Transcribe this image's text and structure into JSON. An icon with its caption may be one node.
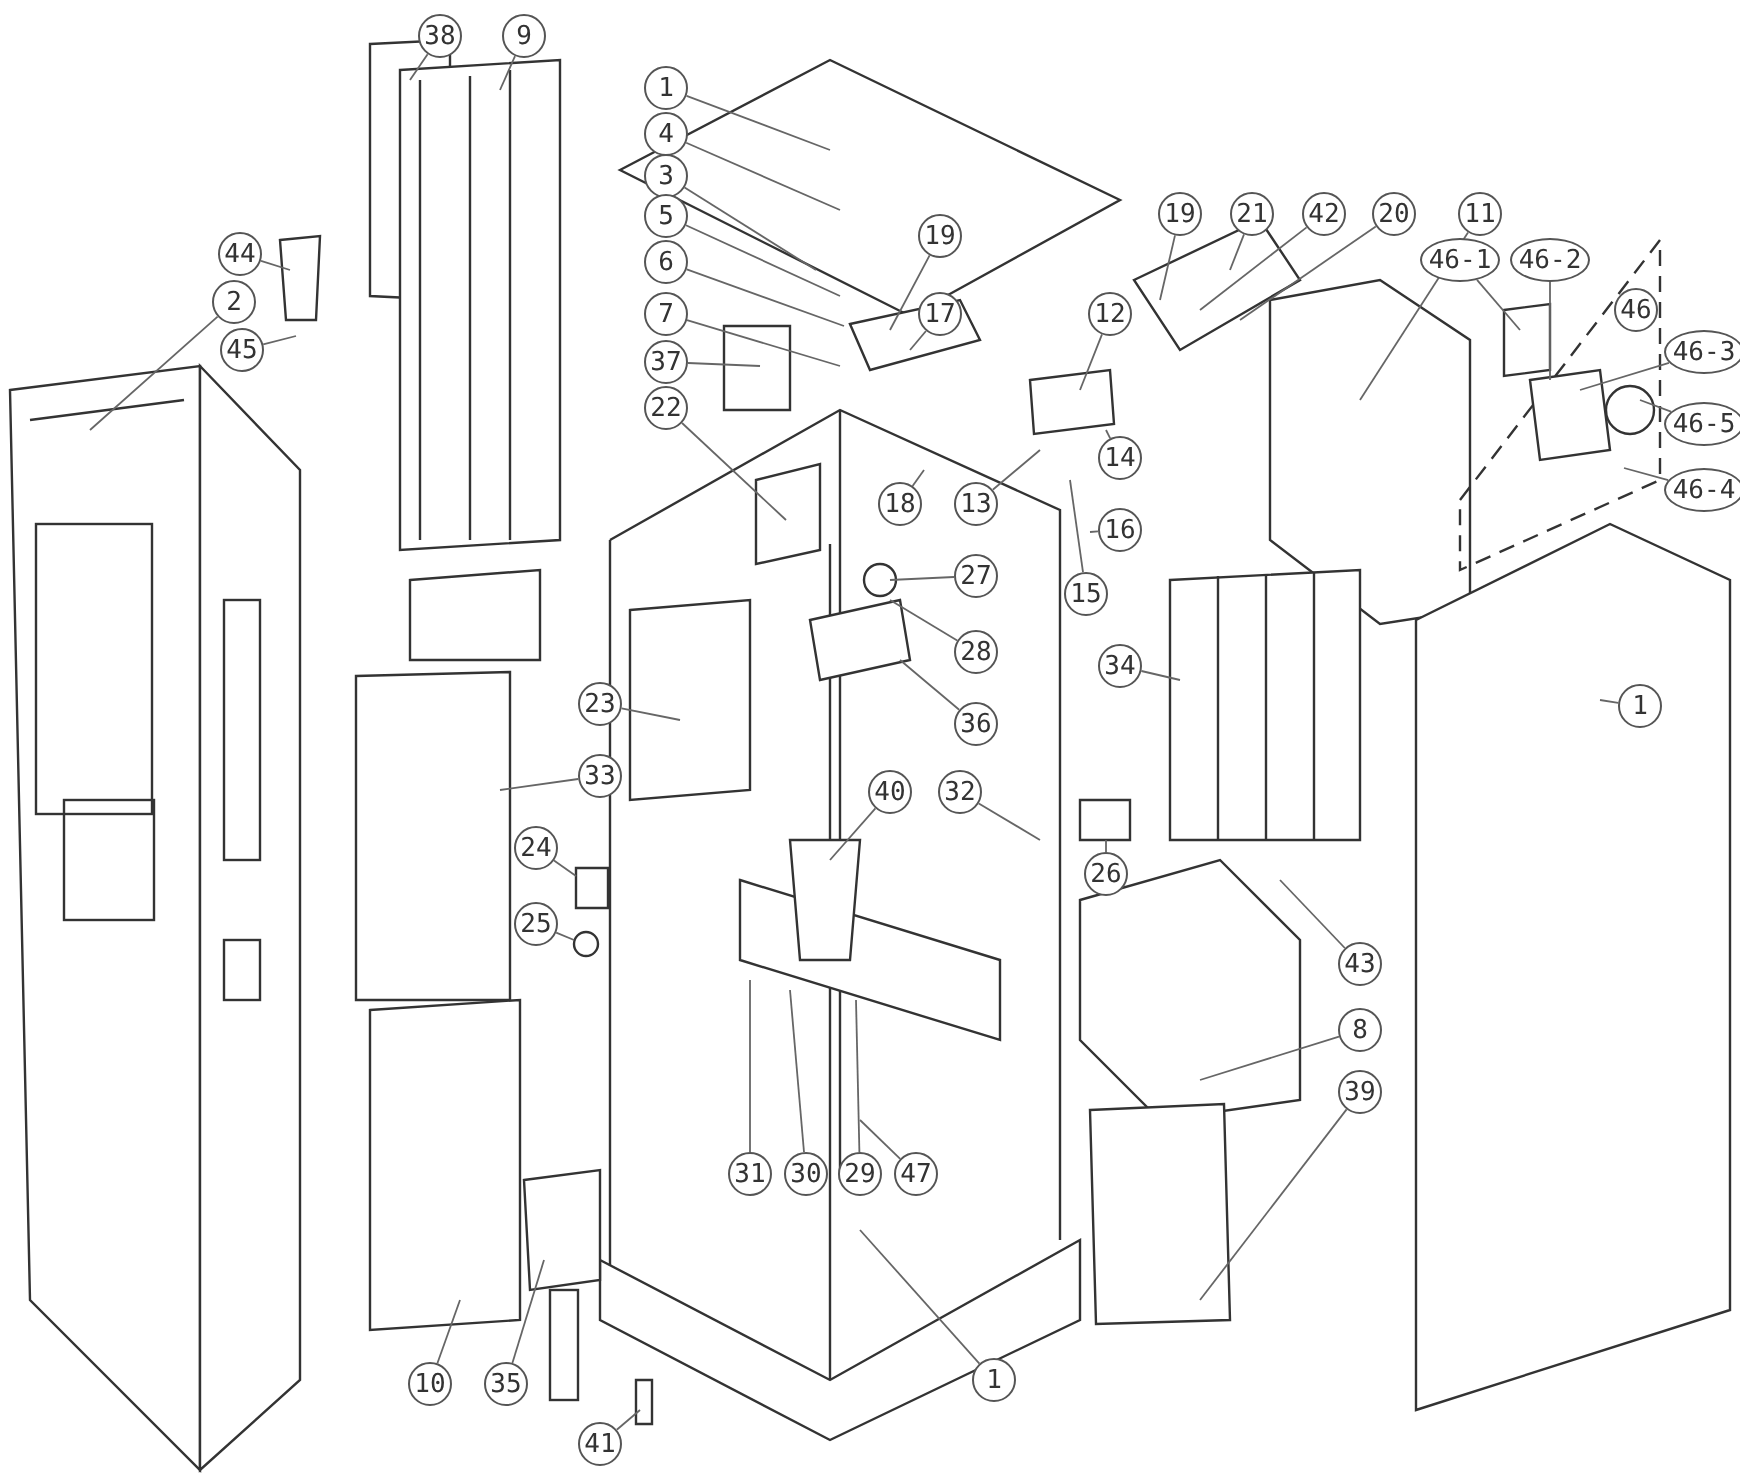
{
  "diagram": {
    "nodes": [
      {
        "text": [
          "38"
        ]
      },
      {
        "text": [
          "9"
        ]
      },
      {
        "text": [
          "44"
        ]
      },
      {
        "text": [
          "2"
        ]
      },
      {
        "text": [
          "45"
        ]
      },
      {
        "text": [
          "1"
        ]
      },
      {
        "text": [
          "4"
        ]
      },
      {
        "text": [
          "3"
        ]
      },
      {
        "text": [
          "5"
        ]
      },
      {
        "text": [
          "6"
        ]
      },
      {
        "text": [
          "7"
        ]
      },
      {
        "text": [
          "37"
        ]
      },
      {
        "text": [
          "22"
        ]
      },
      {
        "text": [
          "19"
        ]
      },
      {
        "text": [
          "17"
        ]
      },
      {
        "text": [
          "12"
        ]
      },
      {
        "text": [
          "19"
        ]
      },
      {
        "text": [
          "21"
        ]
      },
      {
        "text": [
          "42"
        ]
      },
      {
        "text": [
          "20"
        ]
      },
      {
        "text": [
          "11"
        ]
      },
      {
        "text": [
          "46-1"
        ]
      },
      {
        "text": [
          "46-2"
        ]
      },
      {
        "text": [
          "46"
        ]
      },
      {
        "text": [
          "46-3"
        ]
      },
      {
        "text": [
          "46-5"
        ]
      },
      {
        "text": [
          "46-4"
        ]
      },
      {
        "text": [
          "14"
        ]
      },
      {
        "text": [
          "18"
        ]
      },
      {
        "text": [
          "13"
        ]
      },
      {
        "text": [
          "16"
        ]
      },
      {
        "text": [
          "15"
        ]
      },
      {
        "text": [
          "27"
        ]
      },
      {
        "text": [
          "28"
        ]
      },
      {
        "text": [
          "36"
        ]
      },
      {
        "text": [
          "34"
        ]
      },
      {
        "text": [
          "1"
        ]
      },
      {
        "text": [
          "23"
        ]
      },
      {
        "text": [
          "33"
        ]
      },
      {
        "text": [
          "40"
        ]
      },
      {
        "text": [
          "32"
        ]
      },
      {
        "text": [
          "24"
        ]
      },
      {
        "text": [
          "25"
        ]
      },
      {
        "text": [
          "26"
        ]
      },
      {
        "text": [
          "43"
        ]
      },
      {
        "text": [
          "8"
        ]
      },
      {
        "text": [
          "31"
        ]
      },
      {
        "text": [
          "30"
        ]
      },
      {
        "text": [
          "29"
        ]
      },
      {
        "text": [
          "47"
        ]
      },
      {
        "text": [
          "39"
        ]
      },
      {
        "text": [
          "10"
        ]
      },
      {
        "text": [
          "35"
        ]
      },
      {
        "text": [
          "1"
        ]
      },
      {
        "text": [
          "41"
        ]
      }
    ],
    "edges": [
      {
        "from": 0,
        "to": null,
        "arrow": "none"
      },
      {
        "from": 1,
        "to": null,
        "arrow": "none"
      },
      {
        "from": 2,
        "to": null,
        "arrow": "none"
      },
      {
        "from": 3,
        "to": null,
        "arrow": "none"
      },
      {
        "from": 4,
        "to": null,
        "arrow": "none"
      },
      {
        "from": 5,
        "to": null,
        "arrow": "none"
      },
      {
        "from": 6,
        "to": null,
        "arrow": "none"
      },
      {
        "from": 7,
        "to": null,
        "arrow": "none"
      },
      {
        "from": 8,
        "to": null,
        "arrow": "none"
      },
      {
        "from": 9,
        "to": null,
        "arrow": "none"
      },
      {
        "from": 10,
        "to": null,
        "arrow": "none"
      },
      {
        "from": 11,
        "to": null,
        "arrow": "none"
      },
      {
        "from": 12,
        "to": null,
        "arrow": "none"
      },
      {
        "from": 13,
        "to": null,
        "arrow": "none"
      },
      {
        "from": 14,
        "to": null,
        "arrow": "none"
      },
      {
        "from": 15,
        "to": null,
        "arrow": "none"
      },
      {
        "from": 16,
        "to": null,
        "arrow": "none"
      },
      {
        "from": 17,
        "to": null,
        "arrow": "none"
      },
      {
        "from": 18,
        "to": null,
        "arrow": "none"
      },
      {
        "from": 19,
        "to": null,
        "arrow": "none"
      },
      {
        "from": 20,
        "to": null,
        "arrow": "none"
      },
      {
        "from": 21,
        "to": null,
        "arrow": "none"
      },
      {
        "from": 22,
        "to": null,
        "arrow": "none"
      },
      {
        "from": 24,
        "to": null,
        "arrow": "none"
      },
      {
        "from": 25,
        "to": null,
        "arrow": "none"
      },
      {
        "from": 26,
        "to": null,
        "arrow": "none"
      },
      {
        "from": 27,
        "to": null,
        "arrow": "none"
      },
      {
        "from": 28,
        "to": null,
        "arrow": "none"
      },
      {
        "from": 29,
        "to": null,
        "arrow": "none"
      },
      {
        "from": 30,
        "to": null,
        "arrow": "none"
      },
      {
        "from": 31,
        "to": null,
        "arrow": "none"
      },
      {
        "from": 32,
        "to": null,
        "arrow": "none"
      },
      {
        "from": 33,
        "to": null,
        "arrow": "none"
      },
      {
        "from": 34,
        "to": null,
        "arrow": "none"
      },
      {
        "from": 35,
        "to": null,
        "arrow": "none"
      },
      {
        "from": 36,
        "to": null,
        "arrow": "none"
      },
      {
        "from": 37,
        "to": null,
        "arrow": "none"
      },
      {
        "from": 38,
        "to": null,
        "arrow": "none"
      },
      {
        "from": 39,
        "to": null,
        "arrow": "none"
      },
      {
        "from": 40,
        "to": null,
        "arrow": "none"
      },
      {
        "from": 41,
        "to": null,
        "arrow": "none"
      },
      {
        "from": 42,
        "to": null,
        "arrow": "none"
      },
      {
        "from": 43,
        "to": null,
        "arrow": "none"
      },
      {
        "from": 44,
        "to": null,
        "arrow": "none"
      },
      {
        "from": 45,
        "to": null,
        "arrow": "none"
      },
      {
        "from": 46,
        "to": null,
        "arrow": "none"
      },
      {
        "from": 47,
        "to": null,
        "arrow": "none"
      },
      {
        "from": 48,
        "to": null,
        "arrow": "none"
      },
      {
        "from": 49,
        "to": null,
        "arrow": "none"
      },
      {
        "from": 50,
        "to": null,
        "arrow": "none"
      },
      {
        "from": 51,
        "to": null,
        "arrow": "none"
      },
      {
        "from": 52,
        "to": null,
        "arrow": "none"
      },
      {
        "from": 53,
        "to": null,
        "arrow": "none"
      },
      {
        "from": 54,
        "to": null,
        "arrow": "none"
      }
    ]
  }
}
